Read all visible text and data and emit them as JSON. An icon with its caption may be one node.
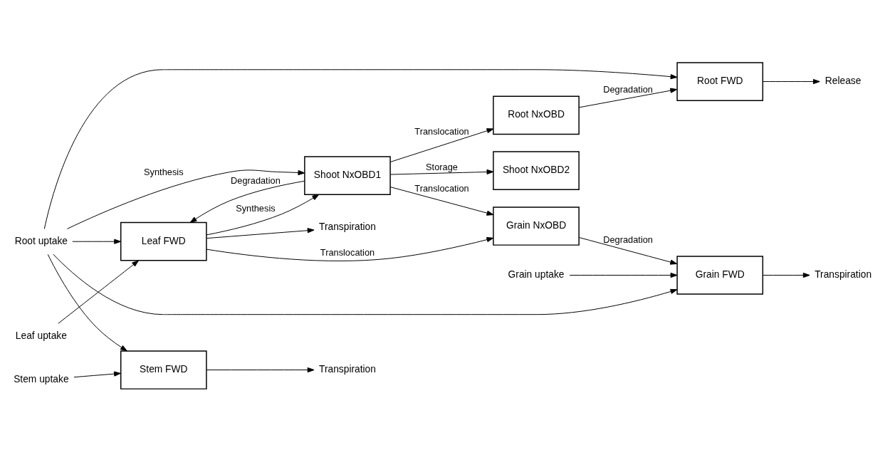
{
  "diagram": {
    "nodes": [
      {
        "text": [
          "Grain FWD"
        ]
      },
      {
        "text": [
          "Grain NxOBD"
        ]
      },
      {
        "text": [
          "Leaf FWD"
        ]
      },
      {
        "text": [
          "Shoot NxOBD1"
        ]
      },
      {
        "text": [
          "Shoot NxOBD2"
        ]
      },
      {
        "text": [
          "Stem FWD"
        ]
      },
      {
        "text": [
          "Root FWD"
        ]
      },
      {
        "text": [
          "Root NxOBD"
        ]
      },
      {
        "text": [
          "Transpiration"
        ]
      },
      {
        "text": [
          "Grain uptake"
        ]
      },
      {
        "text": [
          "Transpiration"
        ]
      },
      {
        "text": [
          "Leaf uptake"
        ]
      },
      {
        "text": [
          "Transpiration"
        ]
      },
      {
        "text": [
          "Stem uptake"
        ]
      },
      {
        "text": [
          "Root uptake"
        ]
      },
      {
        "text": [
          "Release"
        ]
      }
    ],
    "edges": [
      {
        "from": 0,
        "to": 8,
        "arrow": "to"
      },
      {
        "from": 9,
        "to": 0,
        "arrow": "to"
      },
      {
        "from": 14,
        "to": 0,
        "arrow": "to"
      },
      {
        "from": 1,
        "to": 0,
        "arrow": "to",
        "label": "Degradation"
      },
      {
        "from": 2,
        "to": 1,
        "arrow": "to",
        "label": "Translocation"
      },
      {
        "from": 3,
        "to": 1,
        "arrow": "to",
        "label": "Translocation"
      },
      {
        "from": 2,
        "to": 10,
        "arrow": "to"
      },
      {
        "from": 11,
        "to": 2,
        "arrow": "to"
      },
      {
        "from": 14,
        "to": 2,
        "arrow": "to"
      },
      {
        "from": 3,
        "to": 2,
        "arrow": "to",
        "label": "Degradation"
      },
      {
        "from": 2,
        "to": 3,
        "arrow": "to",
        "label": "Synthesis"
      },
      {
        "from": 3,
        "to": 4,
        "arrow": "to",
        "label": "Storage"
      },
      {
        "from": 5,
        "to": 12,
        "arrow": "to"
      },
      {
        "from": 13,
        "to": 5,
        "arrow": "to"
      },
      {
        "from": 14,
        "to": 5,
        "arrow": "to"
      },
      {
        "from": 14,
        "to": 3,
        "arrow": "to",
        "label": "Synthesis"
      },
      {
        "from": 14,
        "to": 6,
        "arrow": "to"
      },
      {
        "from": 3,
        "to": 7,
        "arrow": "to",
        "label": "Translocation"
      },
      {
        "from": 7,
        "to": 6,
        "arrow": "to",
        "label": "Degradation"
      },
      {
        "from": 6,
        "to": 15,
        "arrow": "to"
      }
    ]
  }
}
